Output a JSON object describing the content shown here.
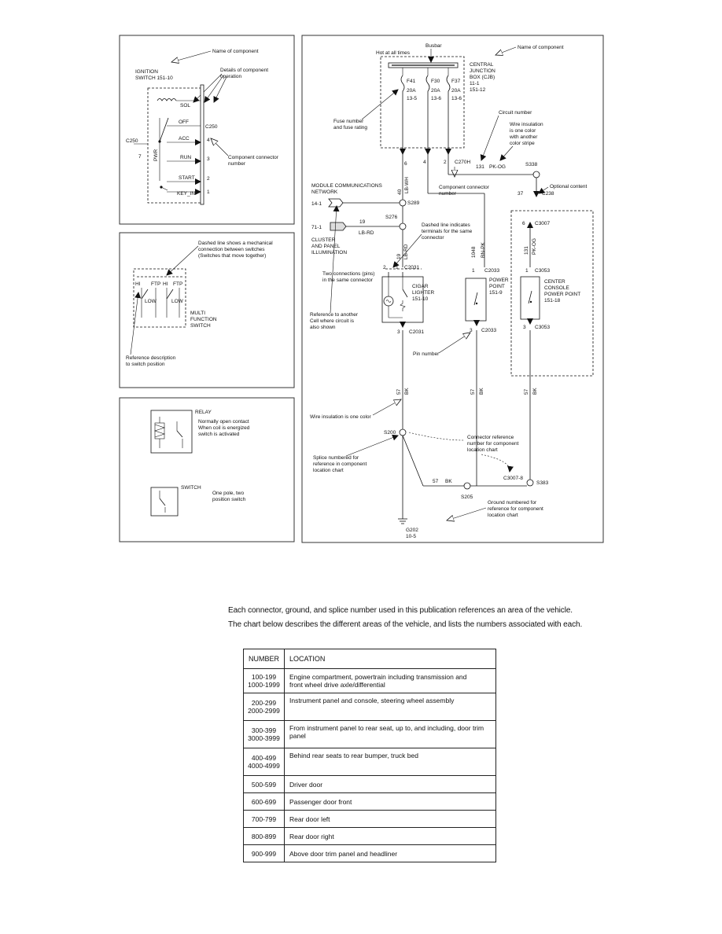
{
  "ignition_panel": {
    "name_label": "Name of component",
    "component_title": "IGNITION",
    "component_title2": "SWITCH 151-10",
    "details_label": "Details of component",
    "details_label2": "operation",
    "connector_left": "C250",
    "pin_left": "7",
    "connector_right": "C250",
    "pwr_label": "PWR",
    "positions": [
      "SOL",
      "OFF",
      "ACC",
      "RUN",
      "START",
      "KEY_IN"
    ],
    "pins": [
      "4",
      "3",
      "2",
      "1"
    ],
    "connector_label": "Component connector",
    "connector_label2": "number"
  },
  "multifunction_panel": {
    "note1": "Dashed line shows a mechanical",
    "note2": "connection between switches",
    "note3": "(Switches that move together)",
    "title1": "MULTI",
    "title2": "FUNCTION",
    "title3": "SWITCH",
    "hi": "HI",
    "ftp": "FTP",
    "low": "LOW",
    "ref1": "Reference description",
    "ref2": "to switch position"
  },
  "legend_panel": {
    "relay_label": "RELAY",
    "relay_desc1": "Normally open contact",
    "relay_desc2": "When coil is energized",
    "relay_desc3": "switch is activated",
    "switch_label": "SWITCH",
    "switch_desc1": "One pole, two",
    "switch_desc2": "position switch"
  },
  "main_panel": {
    "hot_label": "Hot at all times",
    "busbar_label": "Busbar",
    "name_label": "Name of component",
    "cjb_title1": "CENTRAL",
    "cjb_title2": "JUNCTION",
    "cjb_title3": "BOX (CJB)",
    "cjb_ref1": "11-1",
    "cjb_ref2": "151-12",
    "fuses": [
      {
        "name": "F41",
        "rating": "20A",
        "ref": "13-5"
      },
      {
        "name": "F30",
        "rating": "20A",
        "ref": "13-6"
      },
      {
        "name": "F37",
        "rating": "20A",
        "ref": "13-6"
      }
    ],
    "fuse_note1": "Fuse number",
    "fuse_note2": "and fuse rating",
    "circuit_number_label": "Circuit number",
    "insulation1": "Wire insulation",
    "insulation2": "is one color",
    "insulation3": "with another",
    "insulation4": "color stripe",
    "pin_6": "6",
    "pin_4": "4",
    "pin_2": "2",
    "c270": "C270H",
    "circuit_131": "131",
    "wire_pkog": "PK-OG",
    "s338": "S338",
    "wire_40": "40",
    "wire_lbwh": "LB-WH",
    "mcn1": "MODULE COMMUNICATIONS",
    "mcn2": "NETWORK",
    "ref_141": "14-1",
    "s289": "S289",
    "conn_label1": "Component connector",
    "conn_label2": "number",
    "optional_label": "Optional content",
    "wire_37": "37",
    "c238": "C238",
    "ref_711": "71-1",
    "wire_19": "19",
    "wire_lbrd": "LB-RD",
    "s276": "S276",
    "cluster1": "CLUSTER",
    "cluster2": "AND PANEL",
    "cluster3": "ILLUMINATION",
    "dashed1": "Dashed line indicates",
    "dashed2": "terminals for the same",
    "dashed3": "connector",
    "c3007_pin": "6",
    "c3007": "C3007",
    "wire_1048": "1048",
    "wire_bnpk": "BN-PK",
    "wire_131": "131",
    "wire_pkog2": "PK-OG",
    "two_conn1": "Two connections (pins)",
    "two_conn2": "in the same connector",
    "c2031_pin2": "2",
    "c2031_pin1": "1",
    "c2031": "C2031",
    "cigar1": "CIGAR",
    "cigar2": "LIGHTER",
    "cigar3": "151-10",
    "c2033_pin": "1",
    "c2033": "C2033",
    "pp1": "POWER",
    "pp2": "POINT",
    "pp3": "151-9",
    "c3053_pin": "1",
    "c3053": "C3053",
    "ccp1": "CENTER",
    "ccp2": "CONSOLE",
    "ccp3": "POWER POINT",
    "ccp4": "151-18",
    "ref_note1": "Reference to another",
    "ref_note2": "Cell where circuit is",
    "ref_note3": "also shown",
    "pin3_a": "3",
    "c2031_b": "C2031",
    "pin3_b": "3",
    "c2033_b": "C2033",
    "pin3_c": "3",
    "c3053_b": "C3053",
    "pin_number_label": "Pin number",
    "wire_57a": "57",
    "bk_a": "BK",
    "wire_57b": "57",
    "bk_b": "BK",
    "wire_57c": "57",
    "bk_c": "BK",
    "one_color": "Wire insulation is one color",
    "s200": "S200",
    "conn_ref1": "Connector reference",
    "conn_ref2": "number for component",
    "conn_ref3": "location chart",
    "splice1": "Splice numbered for",
    "splice2": "reference in component",
    "splice3": "location chart",
    "wire_57d": "57",
    "bk_d": "BK",
    "c3007_8": "C3007-8",
    "s205": "S205",
    "s383": "S383",
    "ground1": "Ground numbered for",
    "ground2": "reference for component",
    "ground3": "location chart",
    "g202": "G202",
    "g_ref": "10-5"
  },
  "intro": {
    "line1": "Each connector, ground, and splice number used in this publication references an area of the vehicle.",
    "line2": "The chart below describes the different areas of the vehicle, and lists the numbers associated with each."
  },
  "table": {
    "headers": [
      "NUMBER",
      "LOCATION"
    ],
    "rows": [
      {
        "number": "100-199\n1000-1999",
        "location": "Engine compartment, powertrain including transmission and\nfront wheel drive axle/differential"
      },
      {
        "number": "200-299\n2000-2999",
        "location": "Instrument panel and console, steering wheel assembly"
      },
      {
        "number": "300-399\n3000-3999",
        "location": "From instrument panel to rear seat, up to, and including, door trim panel"
      },
      {
        "number": "400-499\n4000-4999",
        "location": "Behind rear seats to rear bumper, truck bed"
      },
      {
        "number": "500-599",
        "location": "Driver door"
      },
      {
        "number": "600-699",
        "location": "Passenger door front"
      },
      {
        "number": "700-799",
        "location": "Rear door left"
      },
      {
        "number": "800-899",
        "location": "Rear door right"
      },
      {
        "number": "900-999",
        "location": "Above door trim panel and headliner"
      }
    ]
  }
}
